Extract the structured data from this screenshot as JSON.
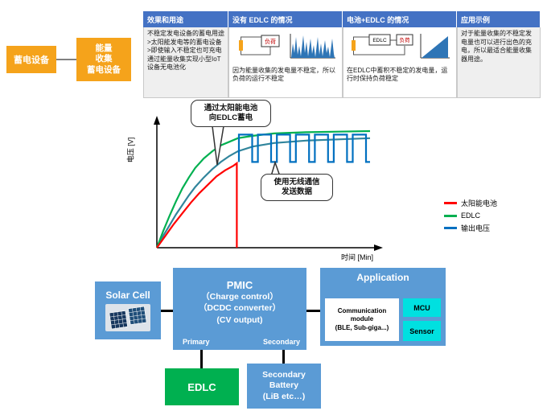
{
  "colors": {
    "orange": "#F5A31B",
    "table_header_blue": "#4472C4",
    "box_blue": "#5B9BD5",
    "green": "#00B050",
    "cyan": "#00E0E0",
    "mini_chart_blue": "#2E75B6"
  },
  "flow": {
    "storage_device": "蓄电设备",
    "harvest_storage_device": "能量\n收集\n蓄电设备"
  },
  "table": {
    "headers": [
      "效果和用途",
      "没有 EDLC 的情况",
      "电池+EDLC 的情况",
      "应用示例"
    ],
    "effect_use": "不稳定发电设备的蓄电用途\n>太阳能发电等的蓄电设备\n>即使输入不稳定也可充电\n通过能量收集实现小型IoT设备无电池化",
    "no_edlc_caption": "因为能量收集的发电量不稳定，所以负荷的运行不稳定",
    "with_edlc_caption": "在EDLC中蓄积不稳定的发电量，运行时保持负荷稳定",
    "application_example": "对于能量收集的不稳定发电量也可以进行出色的充电，所以最适合能量收集器用途。",
    "load_label": "负荷",
    "edlc_label": "EDLC"
  },
  "chart_data": {
    "type": "line",
    "title": "",
    "xlabel": "时间 [Min]",
    "ylabel": "电压 [V]",
    "grid": false,
    "legend_position": "right",
    "callout_charge": "通过太阳能电池\n向EDLC蓄电",
    "callout_transmit": "使用无线通信\n发送数据",
    "legend": [
      {
        "name": "太阳能电池",
        "color": "#FF0000"
      },
      {
        "name": "EDLC",
        "color": "#00B050"
      },
      {
        "name": "输出电压",
        "color": "#0070C0"
      }
    ],
    "series": [
      {
        "id": "teal-rise",
        "color": "#31859C",
        "points": [
          [
            0,
            0
          ],
          [
            0.03,
            0.1
          ],
          [
            0.06,
            0.19
          ],
          [
            0.09,
            0.28
          ],
          [
            0.12,
            0.36
          ],
          [
            0.15,
            0.44
          ],
          [
            0.18,
            0.51
          ],
          [
            0.22,
            0.59
          ],
          [
            0.26,
            0.66
          ],
          [
            0.3,
            0.72
          ],
          [
            0.34,
            0.77
          ],
          [
            0.38,
            0.81
          ],
          [
            0.45,
            0.85
          ],
          [
            0.55,
            0.88
          ],
          [
            0.7,
            0.9
          ],
          [
            0.85,
            0.91
          ],
          [
            1,
            0.92
          ]
        ]
      },
      {
        "id": "green-rise",
        "color": "#00B050",
        "points": [
          [
            0,
            0
          ],
          [
            0.03,
            0.14
          ],
          [
            0.06,
            0.27
          ],
          [
            0.09,
            0.39
          ],
          [
            0.12,
            0.5
          ],
          [
            0.15,
            0.59
          ],
          [
            0.18,
            0.67
          ],
          [
            0.22,
            0.75
          ],
          [
            0.26,
            0.81
          ],
          [
            0.3,
            0.86
          ],
          [
            0.34,
            0.89
          ],
          [
            0.38,
            0.92
          ],
          [
            0.45,
            0.94
          ],
          [
            0.55,
            0.96
          ],
          [
            0.7,
            0.97
          ],
          [
            0.85,
            0.975
          ],
          [
            1,
            0.98
          ]
        ]
      },
      {
        "id": "solar-red",
        "color": "#FF0000",
        "points": [
          [
            0,
            0
          ],
          [
            0.04,
            0.1
          ],
          [
            0.08,
            0.2
          ],
          [
            0.12,
            0.29
          ],
          [
            0.16,
            0.38
          ],
          [
            0.2,
            0.46
          ],
          [
            0.24,
            0.53
          ],
          [
            0.28,
            0.6
          ],
          [
            0.32,
            0.65
          ],
          [
            0.36,
            0.69
          ],
          [
            0.375,
            0.71
          ],
          [
            0.375,
            0
          ]
        ]
      },
      {
        "id": "output-blue",
        "color": "#0070C0",
        "points": [
          [
            0.385,
            0.72
          ],
          [
            0.385,
            0.95
          ],
          [
            0.447,
            0.95
          ],
          [
            0.447,
            0.72
          ],
          [
            0.474,
            0.72
          ],
          [
            0.474,
            0.95
          ],
          [
            0.536,
            0.95
          ],
          [
            0.536,
            0.72
          ],
          [
            0.563,
            0.72
          ],
          [
            0.563,
            0.95
          ],
          [
            0.625,
            0.95
          ],
          [
            0.625,
            0.72
          ],
          [
            0.652,
            0.72
          ],
          [
            0.652,
            0.95
          ],
          [
            0.714,
            0.95
          ],
          [
            0.714,
            0.72
          ],
          [
            0.741,
            0.72
          ],
          [
            0.741,
            0.95
          ],
          [
            0.803,
            0.95
          ],
          [
            0.803,
            0.72
          ],
          [
            0.83,
            0.72
          ],
          [
            0.83,
            0.95
          ],
          [
            0.892,
            0.95
          ],
          [
            0.892,
            0.72
          ],
          [
            0.919,
            0.72
          ],
          [
            0.919,
            0.95
          ],
          [
            0.981,
            0.95
          ],
          [
            0.981,
            0.72
          ],
          [
            1.0,
            0.72
          ]
        ]
      }
    ]
  },
  "diagram": {
    "solar_cell": "Solar Cell",
    "pmic_title": "PMIC",
    "pmic_sub": "（Charge control）\n（DCDC converter）\n(CV output)",
    "primary": "Primary",
    "secondary": "Secondary",
    "application": "Application",
    "comm_module": "Communication\nmodule\n(BLE, Sub-giga...)",
    "mcu": "MCU",
    "sensor": "Sensor",
    "edlc": "EDLC",
    "secondary_battery": "Secondary\nBattery\n(LiB etc…)"
  }
}
